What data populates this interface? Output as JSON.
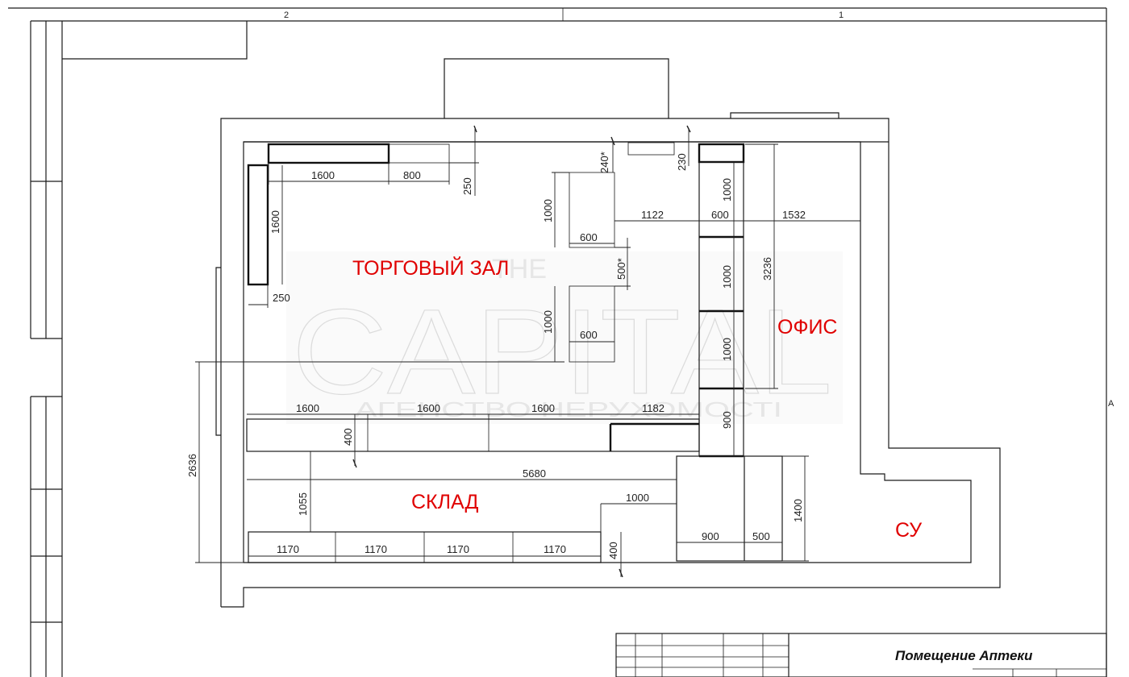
{
  "sheet": {
    "zone_top_left": "2",
    "zone_top_right": "1",
    "zone_right": "A"
  },
  "rooms": {
    "sales_hall": "ТОРГОВЫЙ ЗАЛ",
    "office": "ОФИС",
    "storage": "СКЛАД",
    "bathroom": "СУ"
  },
  "watermark": {
    "top": "THE",
    "main": "CAPITAL",
    "sub": "АГЕНСТВО НЕРУХОМОСТІ"
  },
  "title_block": {
    "title": "Помещение Аптеки"
  },
  "dimensions": {
    "d1600_top": "1600",
    "d800_top": "800",
    "d250_top": "250",
    "d240": "240*",
    "d230": "230",
    "d1600_left": "1600",
    "d250_left": "250",
    "d1000_table1": "1000",
    "d600_table1": "600",
    "d500": "500*",
    "d1000_table2": "1000",
    "d600_table2": "600",
    "d1122": "1122",
    "d600_office": "600",
    "d1532": "1532",
    "d1000_o1": "1000",
    "d1000_o2": "1000",
    "d1000_o3": "1000",
    "d900_o4": "900",
    "d3236": "3236",
    "d1600_r1": "1600",
    "d1600_r2": "1600",
    "d1600_r3": "1600",
    "d1182": "1182",
    "d400_mid": "400",
    "d5680": "5680",
    "d1055": "1055",
    "d1000_low": "1000",
    "d1400": "1400",
    "d900_low": "900",
    "d500_low": "500",
    "d2636": "2636",
    "d1170_a": "1170",
    "d1170_b": "1170",
    "d1170_c": "1170",
    "d1170_d": "1170",
    "d400_low": "400"
  }
}
